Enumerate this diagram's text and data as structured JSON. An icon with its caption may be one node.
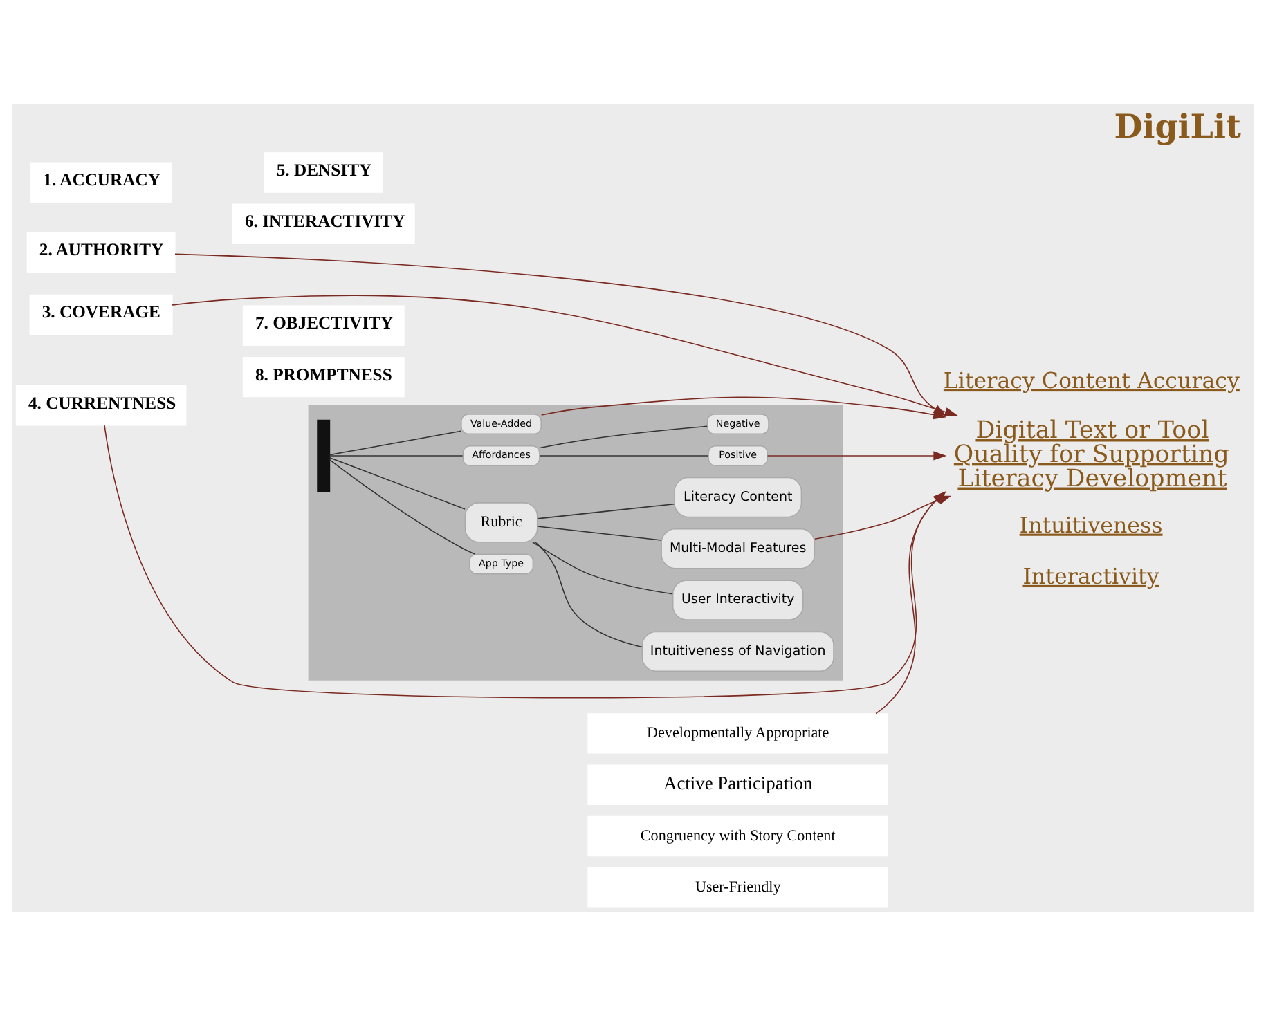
{
  "diagram": {
    "title": "DigiLit",
    "nodes": [
      {
        "text": [
          "1. ACCURACY"
        ]
      },
      {
        "text": [
          "5. DENSITY"
        ]
      },
      {
        "text": [
          "2. AUTHORITY"
        ]
      },
      {
        "text": [
          "6. INTERACTIVITY"
        ]
      },
      {
        "text": [
          "3. COVERAGE"
        ]
      },
      {
        "text": [
          "7. OBJECTIVITY"
        ]
      },
      {
        "text": [
          "4. CURRENTNESS"
        ]
      },
      {
        "text": [
          "8. PROMPTNESS"
        ]
      },
      {
        "text": [
          "Digital Text or Tool Quality for Supporting Literacy Development"
        ]
      },
      {
        "text": [],
        "shape": "box"
      },
      {
        "text": [],
        "shape": "bar",
        "in": 9
      },
      {
        "text": [
          "App Type"
        ],
        "in": 9
      },
      {
        "text": [
          "Rubric"
        ],
        "in": 9
      },
      {
        "text": [
          "Multi-Modal Features"
        ],
        "in": 9
      },
      {
        "text": [
          "Literacy Content"
        ],
        "in": 9
      },
      {
        "text": [
          "Intuitiveness of Navigation"
        ],
        "in": 9
      },
      {
        "text": [
          "User Interactivity"
        ],
        "in": 9
      },
      {
        "text": [
          "Value-Added"
        ],
        "in": 9
      },
      {
        "text": [
          "Affordances"
        ],
        "in": 9
      },
      {
        "text": [
          "Positive"
        ],
        "in": 9
      },
      {
        "text": [
          "Negative"
        ],
        "in": 9
      },
      {
        "text": [
          "Developmentally Appropriate"
        ]
      },
      {
        "text": [
          "Active Participation"
        ]
      },
      {
        "text": [
          "Congruency with Story Content"
        ]
      },
      {
        "text": [
          "User-Friendly"
        ]
      }
    ],
    "edges": [
      {
        "from": 2,
        "to": 8,
        "arrow": "to",
        "color": "#7b2a22"
      },
      {
        "from": 4,
        "to": 8,
        "arrow": "to",
        "color": "#7b2a22"
      },
      {
        "from": 6,
        "to": 8,
        "arrow": "to",
        "color": "#7b2a22"
      },
      {
        "from": 10,
        "to": 11,
        "arrow": "none"
      },
      {
        "from": 10,
        "to": 12,
        "arrow": "none"
      },
      {
        "from": 10,
        "to": 17,
        "arrow": "none"
      },
      {
        "from": 10,
        "to": 18,
        "arrow": "none"
      },
      {
        "from": 12,
        "to": 13,
        "arrow": "none"
      },
      {
        "from": 12,
        "to": 14,
        "arrow": "none"
      },
      {
        "from": 12,
        "to": 15,
        "arrow": "none"
      },
      {
        "from": 12,
        "to": 16,
        "arrow": "none"
      },
      {
        "from": 18,
        "to": 19,
        "arrow": "none"
      },
      {
        "from": 18,
        "to": 20,
        "arrow": "none"
      },
      {
        "from": 13,
        "to": 8,
        "arrow": "to",
        "color": "#7b2a22"
      },
      {
        "from": 17,
        "to": 8,
        "arrow": "to",
        "color": "#7b2a22"
      },
      {
        "from": 19,
        "to": 8,
        "arrow": "to",
        "color": "#7b2a22"
      },
      {
        "from": 21,
        "to": 8,
        "arrow": "to",
        "color": "#7b2a22"
      }
    ],
    "labels": [
      "Literacy Content Accuracy",
      "Intuitiveness",
      "Interactivity"
    ]
  }
}
